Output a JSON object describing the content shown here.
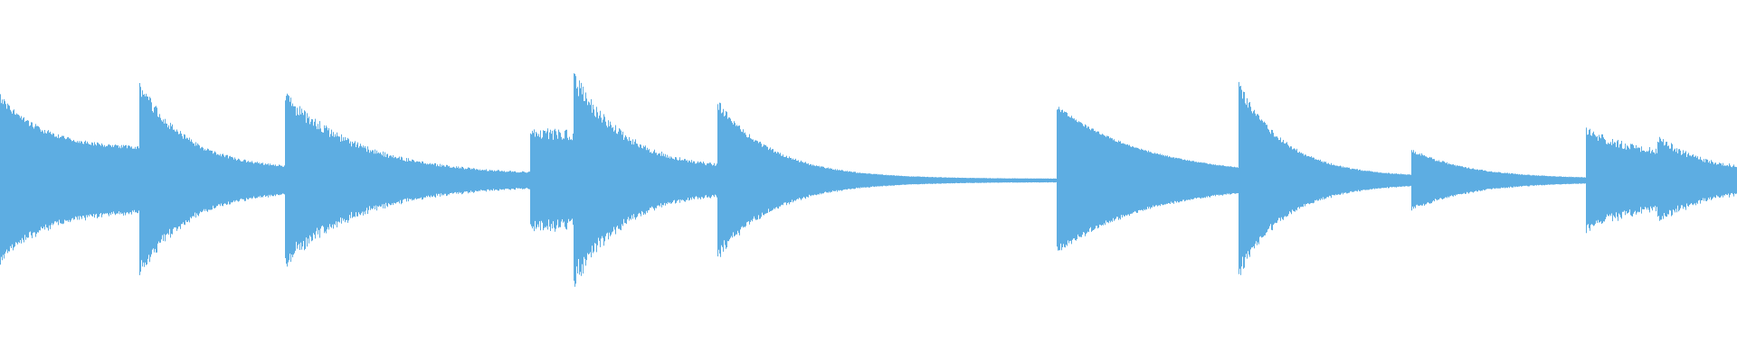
{
  "waveform": {
    "color": "#5dade2",
    "background": "#ffffff",
    "amplitude_scale": 1.0,
    "segments": [
      {
        "start": 0.0,
        "end": 0.08,
        "peak": 0.48,
        "sustain": 0.18,
        "decay": 3.2,
        "ringing": 0.1
      },
      {
        "start": 0.08,
        "end": 0.164,
        "peak": 0.56,
        "sustain": 0.06,
        "decay": 3.0,
        "ringing": 0.14
      },
      {
        "start": 0.164,
        "end": 0.305,
        "peak": 0.5,
        "sustain": 0.03,
        "decay": 3.2,
        "ringing": 0.18
      },
      {
        "start": 0.305,
        "end": 0.33,
        "peak": 0.3,
        "sustain": 0.26,
        "decay": 0.6,
        "ringing": 0.22
      },
      {
        "start": 0.33,
        "end": 0.413,
        "peak": 0.62,
        "sustain": 0.06,
        "decay": 2.8,
        "ringing": 0.18
      },
      {
        "start": 0.413,
        "end": 0.608,
        "peak": 0.45,
        "sustain": 0.01,
        "decay": 6.0,
        "ringing": 0.12
      },
      {
        "start": 0.608,
        "end": 0.713,
        "peak": 0.42,
        "sustain": 0.02,
        "decay": 2.0,
        "ringing": 0.06
      },
      {
        "start": 0.713,
        "end": 0.812,
        "peak": 0.55,
        "sustain": 0.02,
        "decay": 3.6,
        "ringing": 0.12
      },
      {
        "start": 0.812,
        "end": 0.913,
        "peak": 0.18,
        "sustain": 0.01,
        "decay": 3.0,
        "ringing": 0.12
      },
      {
        "start": 0.913,
        "end": 0.954,
        "peak": 0.3,
        "sustain": 0.14,
        "decay": 1.4,
        "ringing": 0.2
      },
      {
        "start": 0.954,
        "end": 1.0,
        "peak": 0.27,
        "sustain": 0.06,
        "decay": 2.0,
        "ringing": 0.2
      }
    ]
  }
}
